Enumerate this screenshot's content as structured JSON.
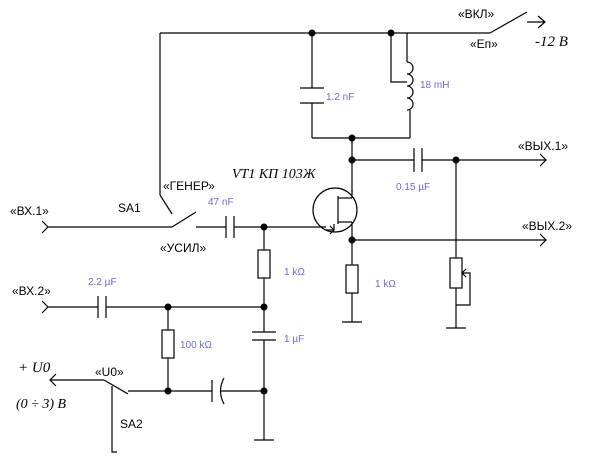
{
  "labels": {
    "vkl": "«ВКЛ»",
    "en": "«Eп»",
    "supply": "-12 В",
    "gener": "«ГЕНЕР»",
    "usil": "«УСИЛ»",
    "transistor": "VT1 КП 103Ж",
    "in1": "«ВХ.1»",
    "in2": "«ВХ.2»",
    "out1": "«ВЫХ.1»",
    "out2": "«ВЫХ.2»",
    "sa1": "SA1",
    "sa2": "SA2",
    "u0_switch": "«U0»",
    "u0": "+ U0",
    "u0_range": "(0 ÷ 3) В"
  },
  "components": {
    "c_tank": "1.2 nF",
    "l_tank": "18 mH",
    "c_out": "0.15 µF",
    "c_gate": "47 nF",
    "r_gate": "1 kΩ",
    "r_source": "1 kΩ",
    "c_in2": "2.2 µF",
    "r_bias": "100 kΩ",
    "c_bias": "1 µF"
  },
  "colors": {
    "wire": "#000000",
    "value_text": "#6b6bd6"
  }
}
